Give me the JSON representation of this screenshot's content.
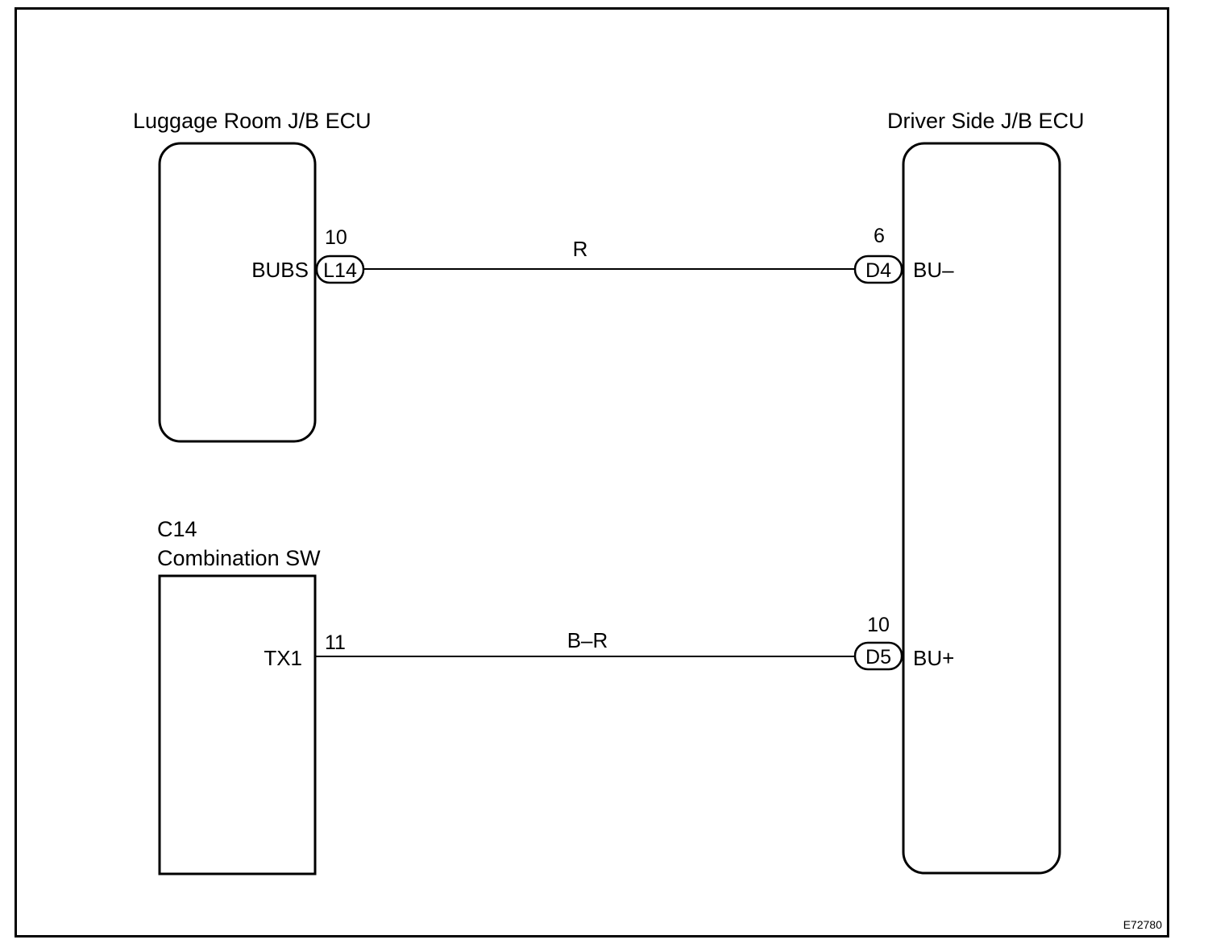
{
  "components": {
    "luggage_ecu": {
      "title": "Luggage Room J/B ECU"
    },
    "driver_ecu": {
      "title": "Driver Side J/B ECU"
    },
    "combination_sw": {
      "code": "C14",
      "title": "Combination SW"
    }
  },
  "circuits": {
    "upper": {
      "left_terminal": "BUBS",
      "left_connector": "L14",
      "left_pin": "10",
      "wire_color": "R",
      "right_connector": "D4",
      "right_pin": "6",
      "right_terminal": "BU–"
    },
    "lower": {
      "left_terminal": "TX1",
      "left_pin": "11",
      "wire_color": "B–R",
      "right_connector": "D5",
      "right_pin": "10",
      "right_terminal": "BU+"
    }
  },
  "figure_code": "E72780",
  "colors": {
    "line": "#000000",
    "background": "#ffffff"
  }
}
